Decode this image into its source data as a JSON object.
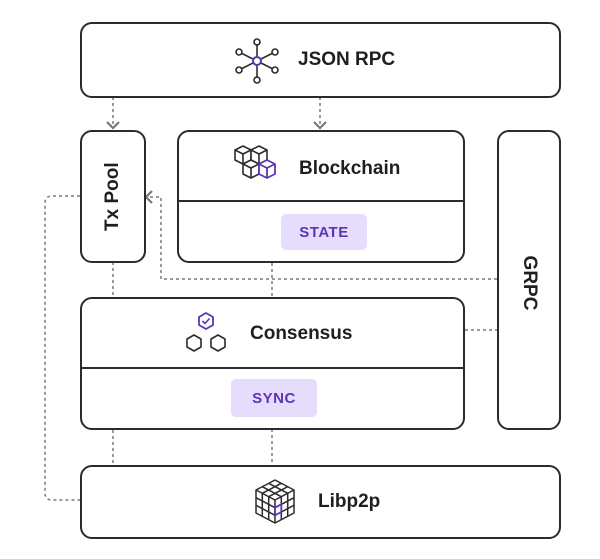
{
  "nodes": {
    "json_rpc": {
      "label": "JSON RPC",
      "icon": "network-hub-icon"
    },
    "tx_pool": {
      "label": "Tx Pool"
    },
    "blockchain": {
      "label": "Blockchain",
      "icon": "stacked-cubes-icon",
      "badge": "STATE"
    },
    "grpc": {
      "label": "GRPC"
    },
    "consensus": {
      "label": "Consensus",
      "icon": "hexagon-cluster-icon",
      "badge": "SYNC"
    },
    "libp2p": {
      "label": "Libp2p",
      "icon": "grid-cube-icon"
    }
  },
  "colors": {
    "border": "#2b2b2b",
    "accent": "#5b34b8",
    "badge_bg": "#e6dcfb",
    "connector": "#7a7a7a"
  }
}
